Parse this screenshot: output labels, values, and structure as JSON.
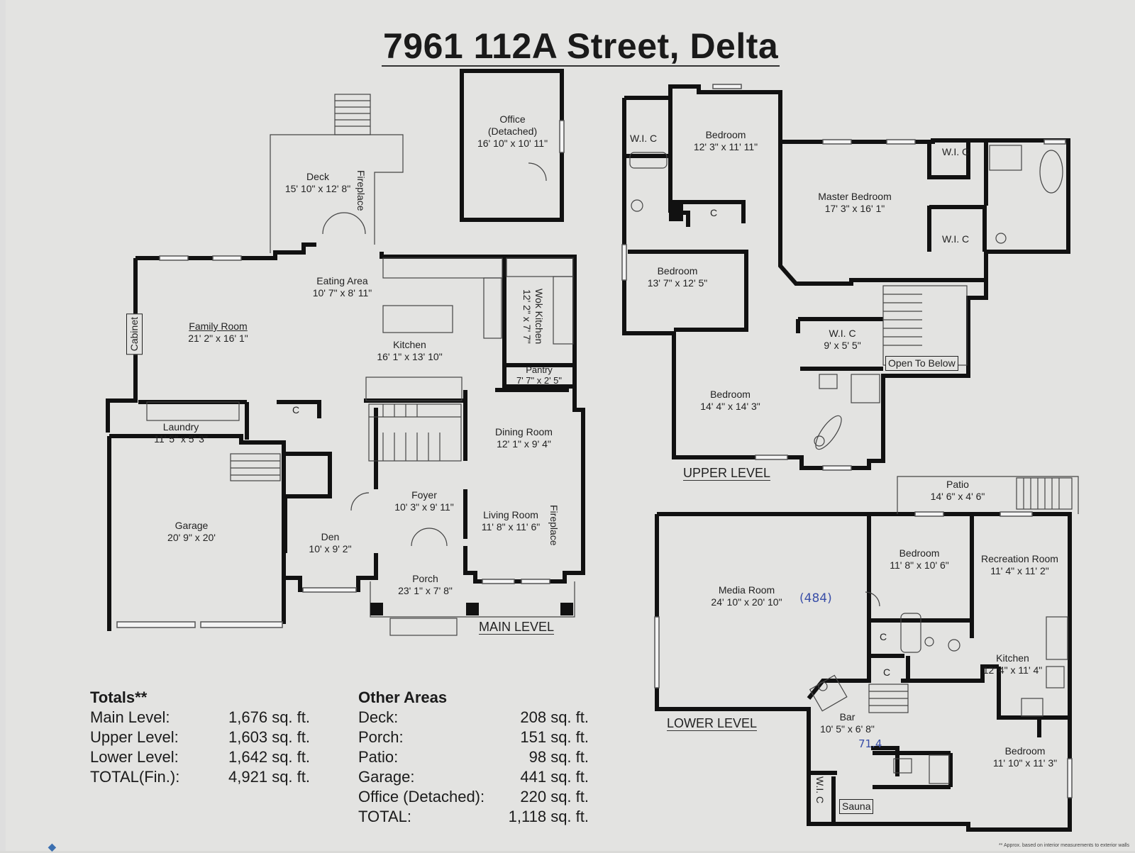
{
  "title": "7961 112A Street, Delta",
  "levels": {
    "main": "MAIN LEVEL",
    "upper": "UPPER LEVEL",
    "lower": "LOWER LEVEL"
  },
  "main_rooms": {
    "office": {
      "name": "Office\n(Detached)",
      "dim": "16' 10\" x 10' 11\""
    },
    "deck": {
      "name": "Deck",
      "dim": "15' 10\" x 12' 8\""
    },
    "fireplace1": "Fireplace",
    "eating": {
      "name": "Eating Area",
      "dim": "10' 7\" x 8' 11\""
    },
    "wok": {
      "name": "Wok Kitchen",
      "dim": "12' 2\" x 7' 7\""
    },
    "family": {
      "name": "Family Room",
      "dim": "21' 2\" x 16' 1\""
    },
    "cabinet": "Cabinet",
    "kitchen": {
      "name": "Kitchen",
      "dim": "16' 1\" x 13' 10\""
    },
    "pantry": {
      "name": "Pantry",
      "dim": "7' 7\" x 2' 5\""
    },
    "laundry": {
      "name": "Laundry",
      "dim": "11' 5\" x 5' 3\""
    },
    "closet": "C",
    "dining": {
      "name": "Dining Room",
      "dim": "12' 1\" x 9' 4\""
    },
    "garage": {
      "name": "Garage",
      "dim": "20' 9\" x 20'"
    },
    "foyer": {
      "name": "Foyer",
      "dim": "10' 3\" x 9' 11\""
    },
    "living": {
      "name": "Living Room",
      "dim": "11' 8\" x 11' 6\""
    },
    "fireplace2": "Fireplace",
    "den": {
      "name": "Den",
      "dim": "10' x 9' 2\""
    },
    "porch": {
      "name": "Porch",
      "dim": "23' 1\" x 7' 8\""
    }
  },
  "upper_rooms": {
    "wic1": "W.I. C",
    "bed1": {
      "name": "Bedroom",
      "dim": "12' 3\" x 11' 11\""
    },
    "wic2": "W.I. C",
    "master": {
      "name": "Master Bedroom",
      "dim": "17' 3\" x 16' 1\""
    },
    "closet": "C",
    "wic3": "W.I. C",
    "bed2": {
      "name": "Bedroom",
      "dim": "13' 7\" x 12' 5\""
    },
    "wic4": {
      "name": "W.I. C",
      "dim": "9' x 5' 5\""
    },
    "open": "Open To Below",
    "bed3": {
      "name": "Bedroom",
      "dim": "14' 4\" x 14' 3\""
    }
  },
  "lower_rooms": {
    "patio": {
      "name": "Patio",
      "dim": "14' 6\" x 4' 6\""
    },
    "bed1": {
      "name": "Bedroom",
      "dim": "11' 8\" x 10' 6\""
    },
    "rec": {
      "name": "Recreation Room",
      "dim": "11' 4\" x 11' 2\""
    },
    "media": {
      "name": "Media Room",
      "dim": "24' 10\" x 20' 10\""
    },
    "c1": "C",
    "c2": "C",
    "kitchen": {
      "name": "Kitchen",
      "dim": "12' 4\" x 11' 4\""
    },
    "bar": {
      "name": "Bar",
      "dim": "10' 5\" x 6' 8\""
    },
    "bed2": {
      "name": "Bedroom",
      "dim": "11' 10\" x 11' 3\""
    },
    "wic": "W.I. C",
    "sauna": "Sauna"
  },
  "handwritten": {
    "media_note": "(484)",
    "bar_note": "71.4"
  },
  "totals": {
    "heading": "Totals**",
    "rows": [
      {
        "k": "Main Level:",
        "v": "1,676 sq. ft."
      },
      {
        "k": "Upper Level:",
        "v": "1,603 sq. ft."
      },
      {
        "k": "Lower Level:",
        "v": "1,642 sq. ft."
      },
      {
        "k": "TOTAL(Fin.):",
        "v": "4,921 sq. ft."
      }
    ]
  },
  "other": {
    "heading": "Other Areas",
    "rows": [
      {
        "k": "Deck:",
        "v": "208 sq. ft."
      },
      {
        "k": "Porch:",
        "v": "151 sq. ft."
      },
      {
        "k": "Patio:",
        "v": "98 sq. ft."
      },
      {
        "k": "Garage:",
        "v": "441 sq. ft."
      },
      {
        "k": "Office (Detached):",
        "v": "220 sq. ft."
      },
      {
        "k": "TOTAL:",
        "v": "1,118 sq. ft."
      }
    ]
  },
  "footnote": "** Approx. based on interior measurements to exterior walls"
}
